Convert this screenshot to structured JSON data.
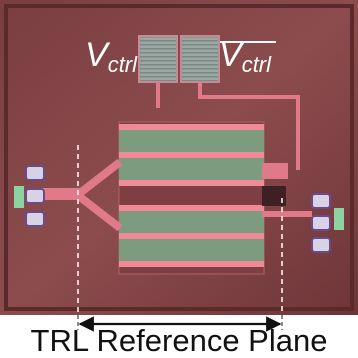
{
  "labels": {
    "control_main": "V",
    "control_sub": "ctrl",
    "control_bar_main": "V",
    "control_bar_sub": "ctrl"
  },
  "caption": "TRL Reference Plane",
  "colors": {
    "die_background": "#8a4a4a",
    "metal_trace": "#e07a8a",
    "stripe": "#7fa07f",
    "pad": "#a7c4ad",
    "reference_line": "#ffffff",
    "arrow": "#111111"
  }
}
